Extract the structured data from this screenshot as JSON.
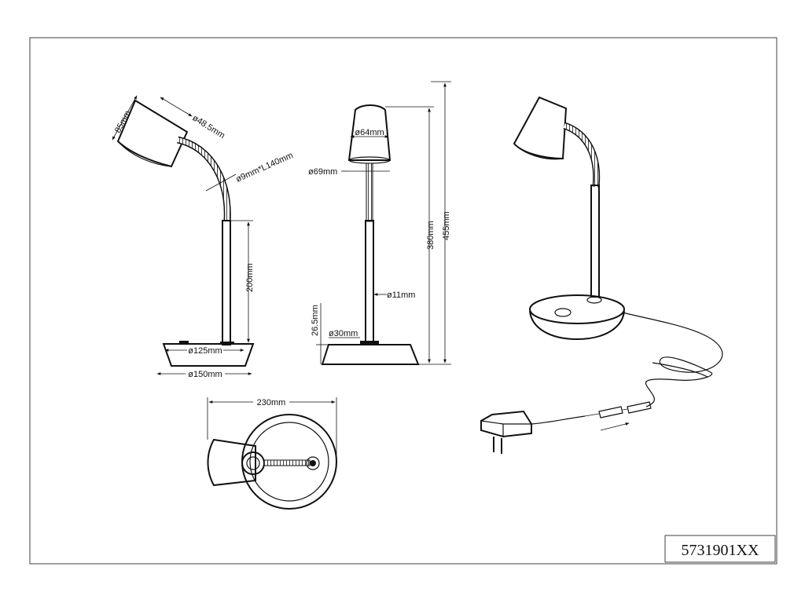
{
  "drawing": {
    "model_code": "5731901XX",
    "side_view": {
      "shade_height": "85mm",
      "shade_diameter": "ø48.5mm",
      "gooseneck": "ø9mm*L140mm",
      "stem_height": "200mm",
      "base_top_diameter": "ø125mm",
      "base_bottom_diameter": "ø150mm"
    },
    "front_view": {
      "shade_top_diameter": "ø64mm",
      "shade_bottom_diameter": "ø69mm",
      "stem_diameter": "ø11mm",
      "collar_diameter": "ø30mm",
      "base_height": "26.5mm",
      "height_to_shade": "380mm",
      "total_height": "455mm"
    },
    "top_view": {
      "depth": "230mm"
    }
  }
}
